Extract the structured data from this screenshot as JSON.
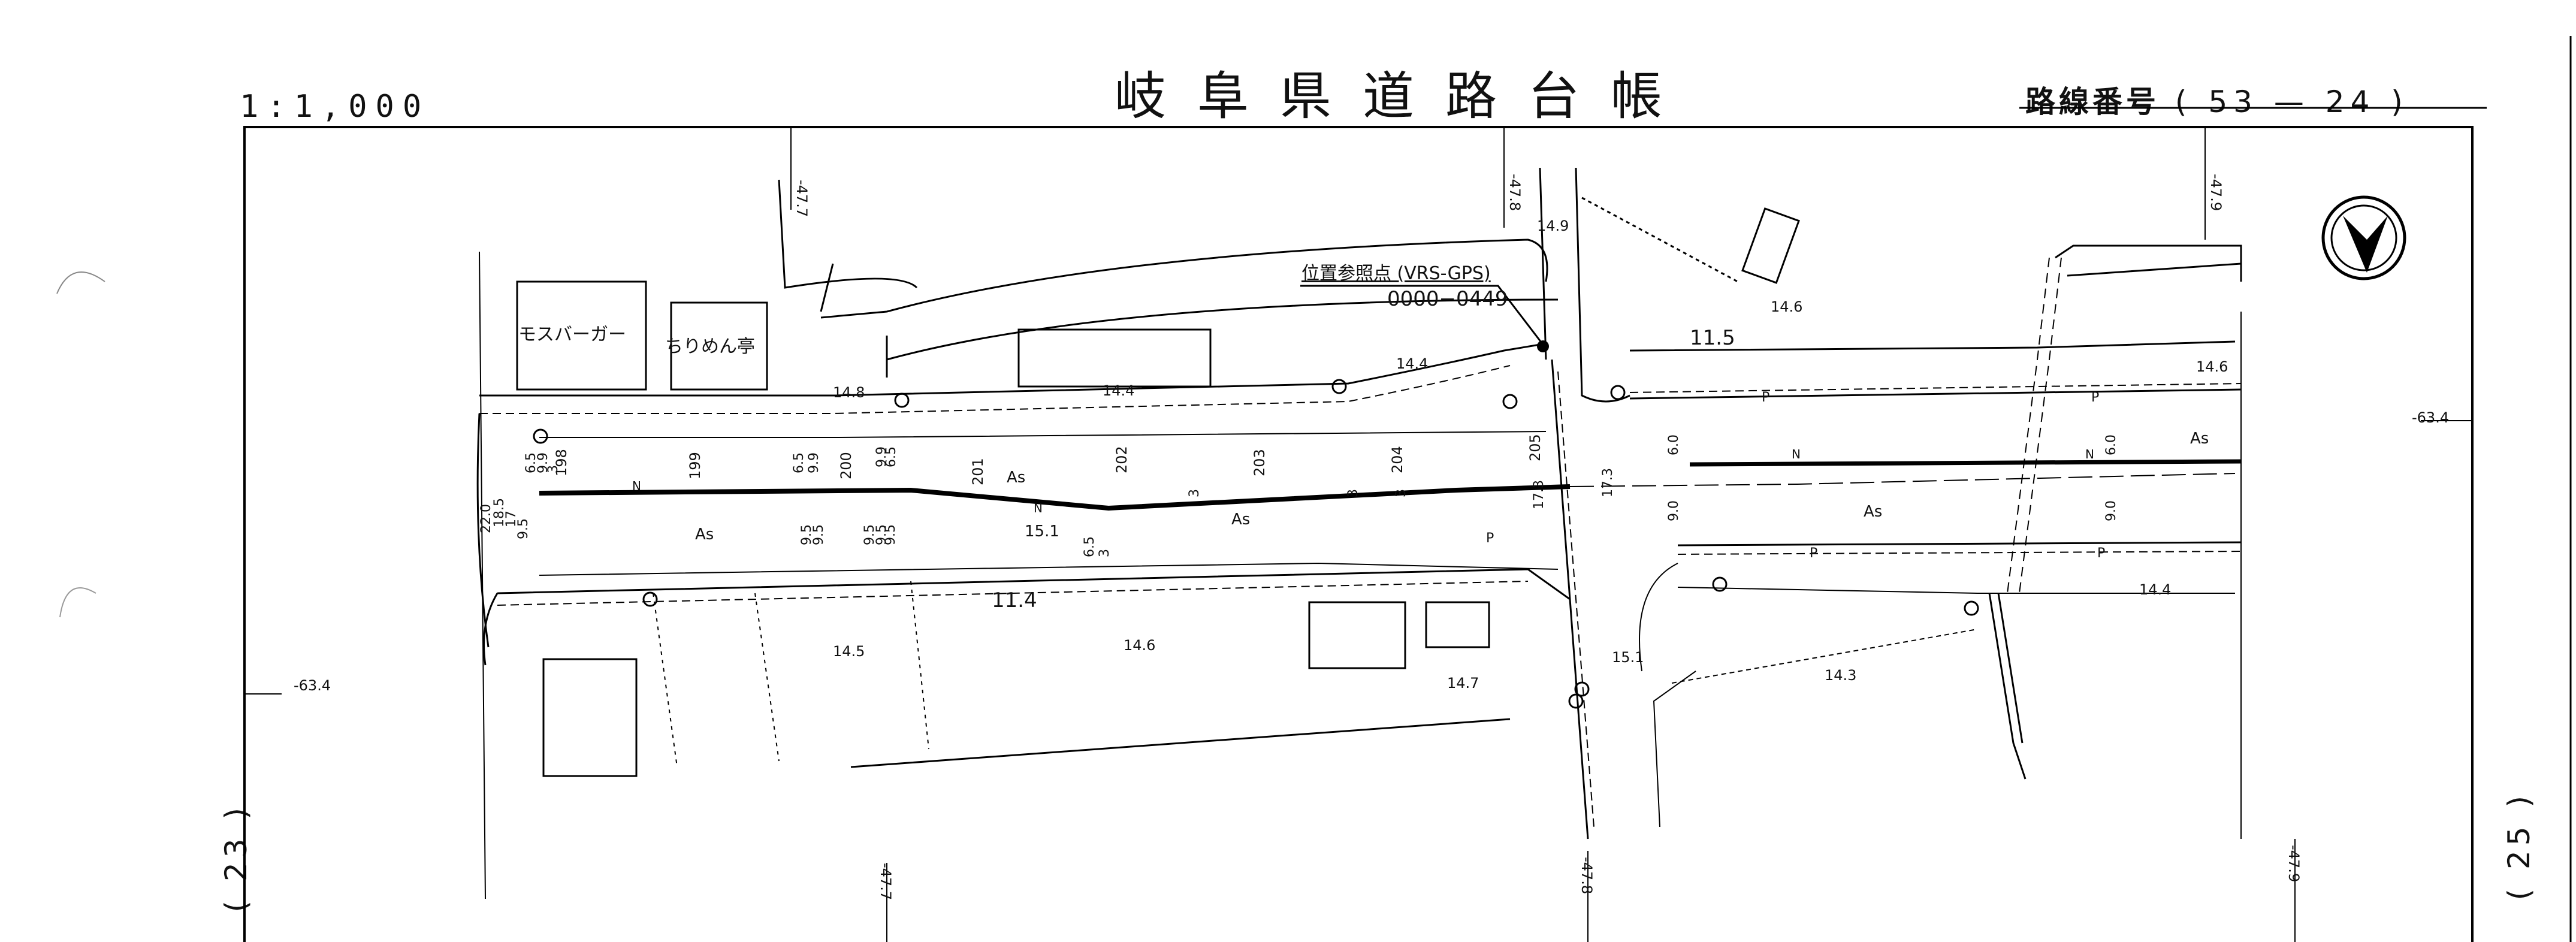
{
  "title": "岐阜県道路台帳",
  "scale": "1:1,000",
  "route": {
    "label": "路線番号",
    "open": "(",
    "number": "53",
    "dash": "—",
    "sub": "24",
    "close": ")"
  },
  "adjacent": {
    "left_sheet": "( 23 )",
    "right_sheet": "( 25 )"
  },
  "reference_point": {
    "label": "位置参照点 (VRS-GPS)",
    "code": "0000−0449"
  },
  "shops": [
    {
      "name": "モスバーガー"
    },
    {
      "name": "ちりめん亭"
    }
  ],
  "grid_labels": {
    "x_left": "-47.7",
    "x_mid": "-47.8",
    "x_right": "-47.9",
    "y_row": "-63.4"
  },
  "road_widths": {
    "left_section": "11.4",
    "right_section": "11.5"
  },
  "elevations": [
    "14.9",
    "14.6",
    "14.4",
    "14.8",
    "14.4",
    "14.6",
    "14.5",
    "14.6",
    "14.7",
    "15.1",
    "14.3",
    "14.4",
    "15.1"
  ],
  "stations": [
    "198",
    "199",
    "200",
    "201",
    "202",
    "203",
    "204",
    "205"
  ],
  "dimension_labels": [
    "22.0",
    "18.5",
    "17",
    "9.5",
    "6.5",
    "9.9",
    "3",
    "6.5",
    "9.9",
    "9.9",
    "6.5",
    "9.5",
    "9.5",
    "9.5",
    "9.5",
    "9.5",
    "6.5",
    "3",
    "17.3",
    "17.3",
    "6.0",
    "9.0",
    "6.0",
    "9.0",
    "3",
    "3",
    "3"
  ],
  "surface": "As",
  "symbols": {
    "north": "N",
    "pole": "P"
  }
}
